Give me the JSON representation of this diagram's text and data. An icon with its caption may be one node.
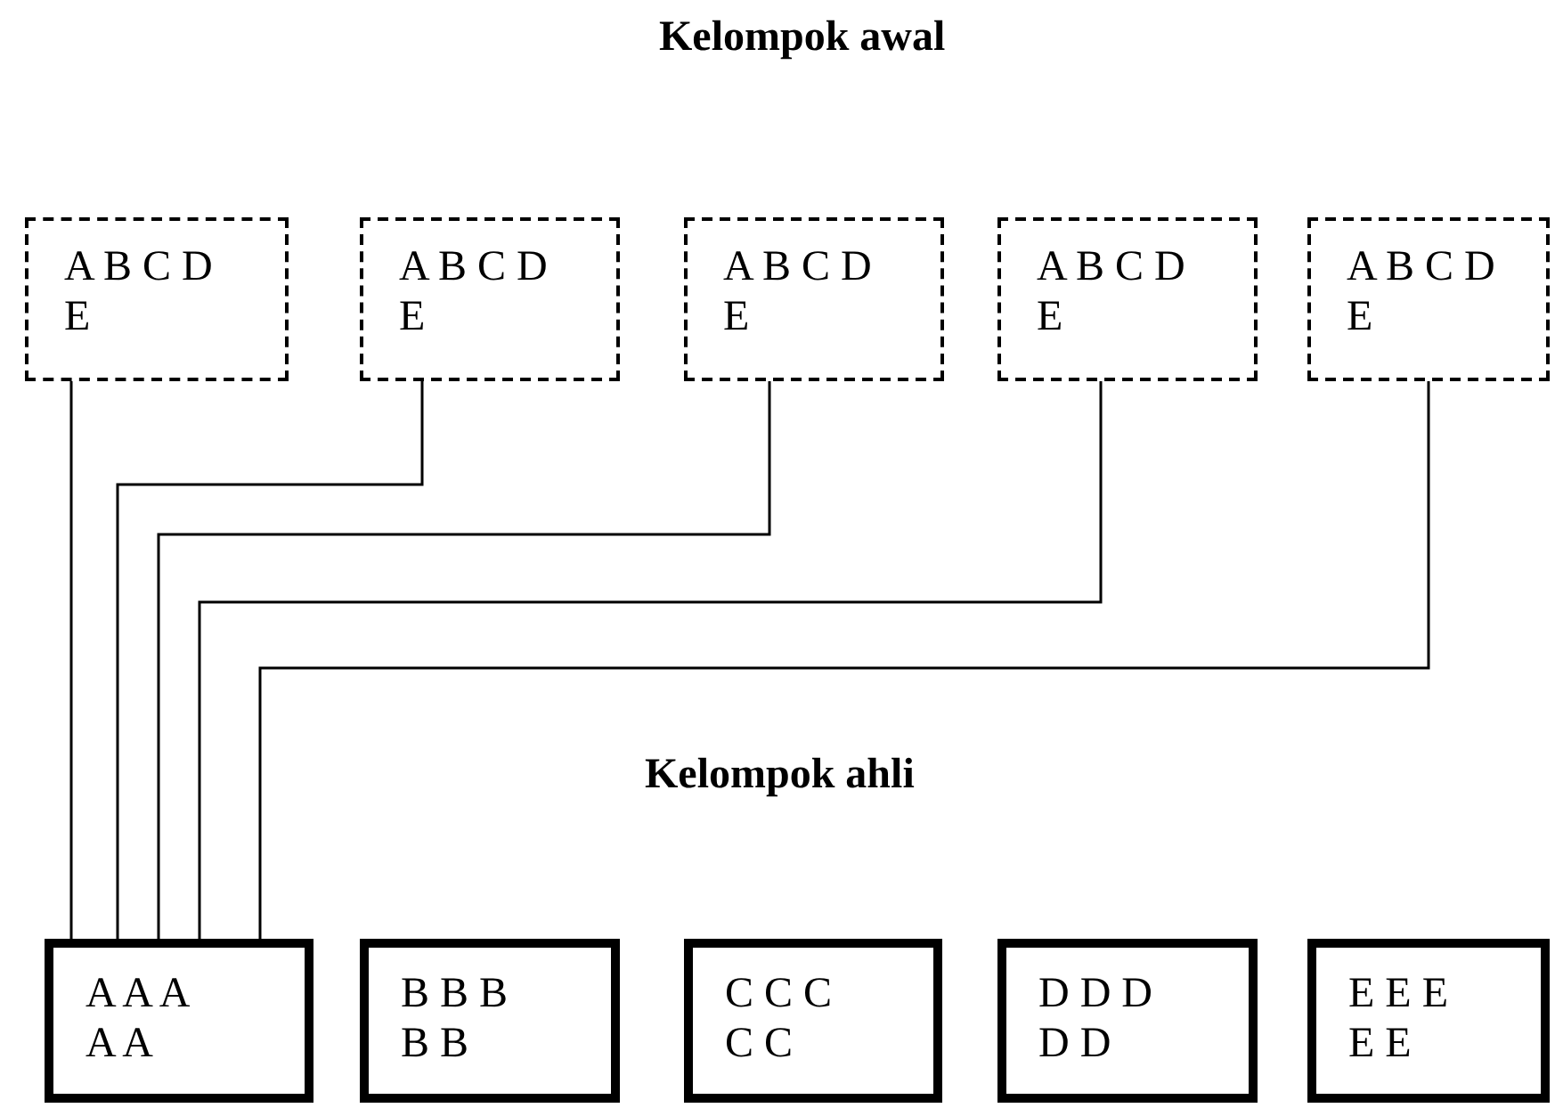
{
  "diagram": {
    "title": "Kelompok awal",
    "nodes": [
      {
        "text": [
          "A B C D E"
        ]
      },
      {
        "text": [
          "A B C D E"
        ]
      },
      {
        "text": [
          "A B C D E"
        ]
      },
      {
        "text": [
          "A B C D E"
        ]
      },
      {
        "text": [
          "A B C D E"
        ]
      },
      {
        "text": [
          "A A A A A"
        ]
      },
      {
        "text": [
          "B B B B B"
        ]
      },
      {
        "text": [
          "C C C C C"
        ]
      },
      {
        "text": [
          "D D D D D"
        ]
      },
      {
        "text": [
          "E E E E E"
        ]
      }
    ],
    "edges": [
      {
        "from": 0,
        "to": 5,
        "arrow": "none"
      },
      {
        "from": 1,
        "to": 5,
        "arrow": "none"
      },
      {
        "from": 2,
        "to": 5,
        "arrow": "none"
      },
      {
        "from": 3,
        "to": 5,
        "arrow": "none"
      },
      {
        "from": 4,
        "to": 5,
        "arrow": "none"
      }
    ],
    "labels": [
      "Kelompok ahli"
    ]
  }
}
